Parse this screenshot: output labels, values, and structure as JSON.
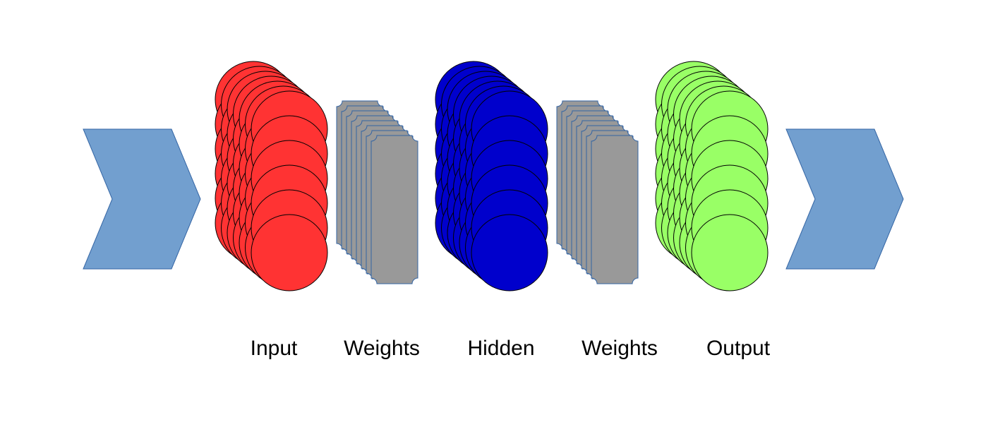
{
  "diagram": {
    "stages": [
      {
        "id": "input",
        "kind": "layer",
        "label": "Input",
        "color": "#ff3333"
      },
      {
        "id": "weights1",
        "kind": "weights",
        "label": "Weights",
        "color": "#999999"
      },
      {
        "id": "hidden",
        "kind": "layer",
        "label": "Hidden",
        "color": "#0000cc"
      },
      {
        "id": "weights2",
        "kind": "weights",
        "label": "Weights",
        "color": "#999999"
      },
      {
        "id": "output",
        "kind": "layer",
        "label": "Output",
        "color": "#99ff66"
      }
    ],
    "arrow_color": "#729fcf",
    "edge_color": "#000000",
    "weights_edge_color": "#3465a4",
    "neurons_per_column": 6,
    "stacked_columns": 7,
    "stacked_weight_plates": 8
  }
}
